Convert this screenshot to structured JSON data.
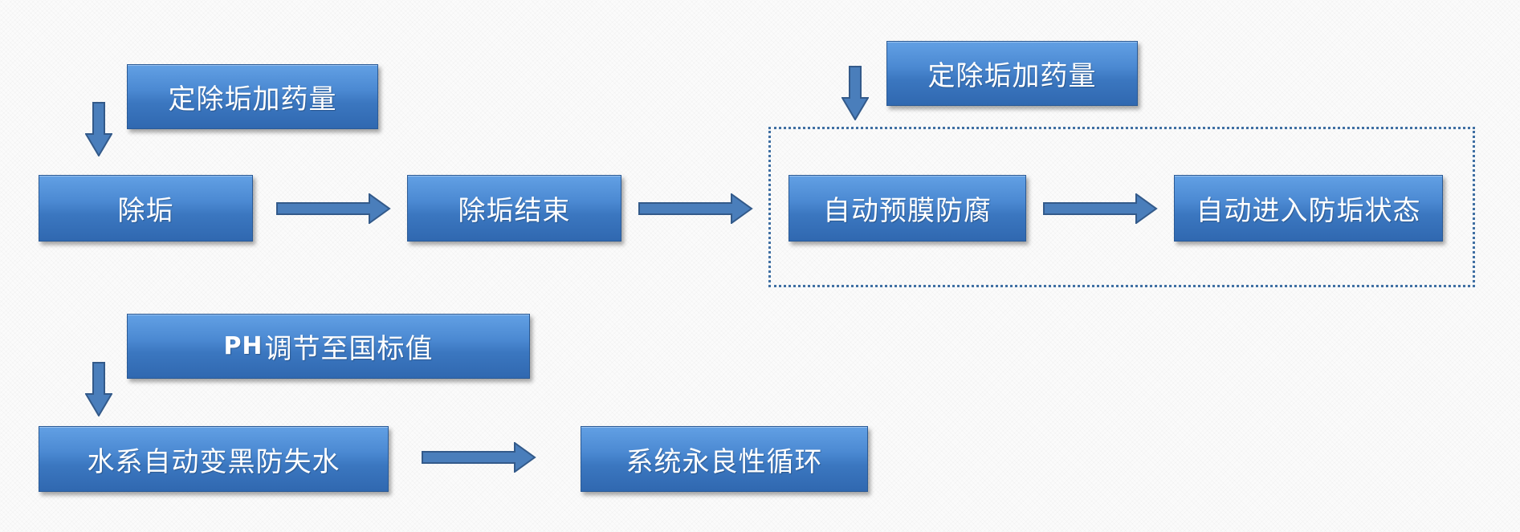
{
  "diagram": {
    "top_left_dose": "定除垢加药量",
    "descale": "除垢",
    "descale_end": "除垢结束",
    "top_right_dose": "定除垢加药量",
    "auto_prefilm": "自动预膜防腐",
    "auto_antiscale": "自动进入防垢状态",
    "ph_prefix": "PH",
    "ph_text": "调节至国标值",
    "water_black": "水系自动变黑防失水",
    "benign_cycle": "系统永良性循环"
  },
  "colors": {
    "box_fill": "#4a86cc",
    "box_text": "#ffffff",
    "arrow_fill": "#4a7ebb",
    "group_border": "#3f6fa3"
  }
}
